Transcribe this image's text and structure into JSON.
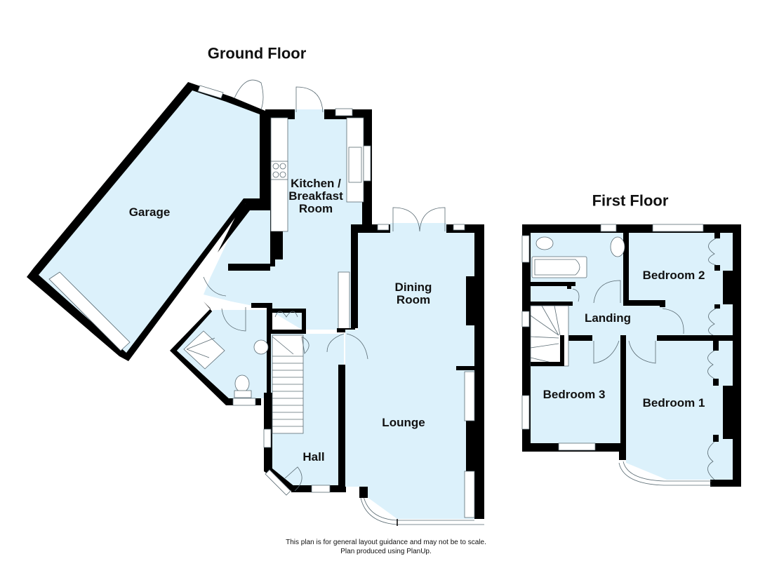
{
  "ground_floor": {
    "title": "Ground Floor",
    "rooms": {
      "garage": "Garage",
      "kitchen_line1": "Kitchen /",
      "kitchen_line2": "Breakfast",
      "kitchen_line3": "Room",
      "dining_line1": "Dining",
      "dining_line2": "Room",
      "lounge": "Lounge",
      "hall": "Hall"
    }
  },
  "first_floor": {
    "title": "First Floor",
    "rooms": {
      "bedroom2": "Bedroom 2",
      "landing": "Landing",
      "bedroom3": "Bedroom 3",
      "bedroom1": "Bedroom 1"
    }
  },
  "footer": {
    "line1": "This plan is for general layout guidance and may not be to scale.",
    "line2": "Plan produced using PlanUp."
  },
  "colors": {
    "room_fill": "#dcf1fb",
    "wall": "#000000",
    "background": "#ffffff"
  }
}
